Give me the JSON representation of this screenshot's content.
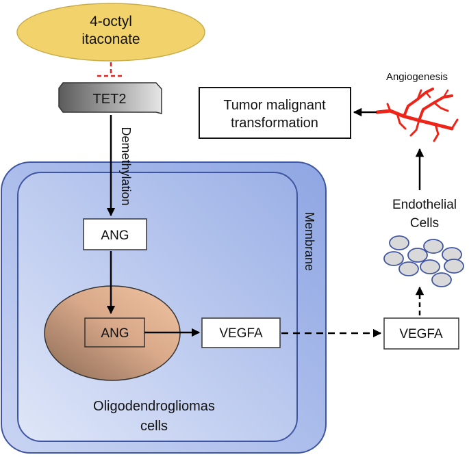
{
  "inhibitor": {
    "line1": "4-octyl",
    "line2": "itaconate"
  },
  "enzyme": {
    "label": "TET2"
  },
  "process": {
    "label": "Demethylation"
  },
  "membrane": {
    "label": "Membrane"
  },
  "cytoplasm": {
    "ang_label": "ANG"
  },
  "nucleus": {
    "ang_label": "ANG"
  },
  "cell": {
    "vegfa_label": "VEGFA",
    "name_line1": "Oligodendrogliomas",
    "name_line2": "cells"
  },
  "extracellular": {
    "vegfa_label": "VEGFA"
  },
  "endothelial": {
    "line1": "Endothelial",
    "line2": "Cells"
  },
  "angiogenesis": {
    "label": "Angiogenesis"
  },
  "outcome": {
    "line1": "Tumor malignant",
    "line2": "transformation"
  },
  "colors": {
    "inhibitor_fill": "#f2d36b",
    "inhibition_mark": "#e8201a",
    "cell_outer": "#9fb3e6",
    "cell_inner": "#b9c8f0",
    "nucleus": "#c99877",
    "vessel": "#ee2418",
    "endothelial_cell": "#d9d9d9"
  }
}
